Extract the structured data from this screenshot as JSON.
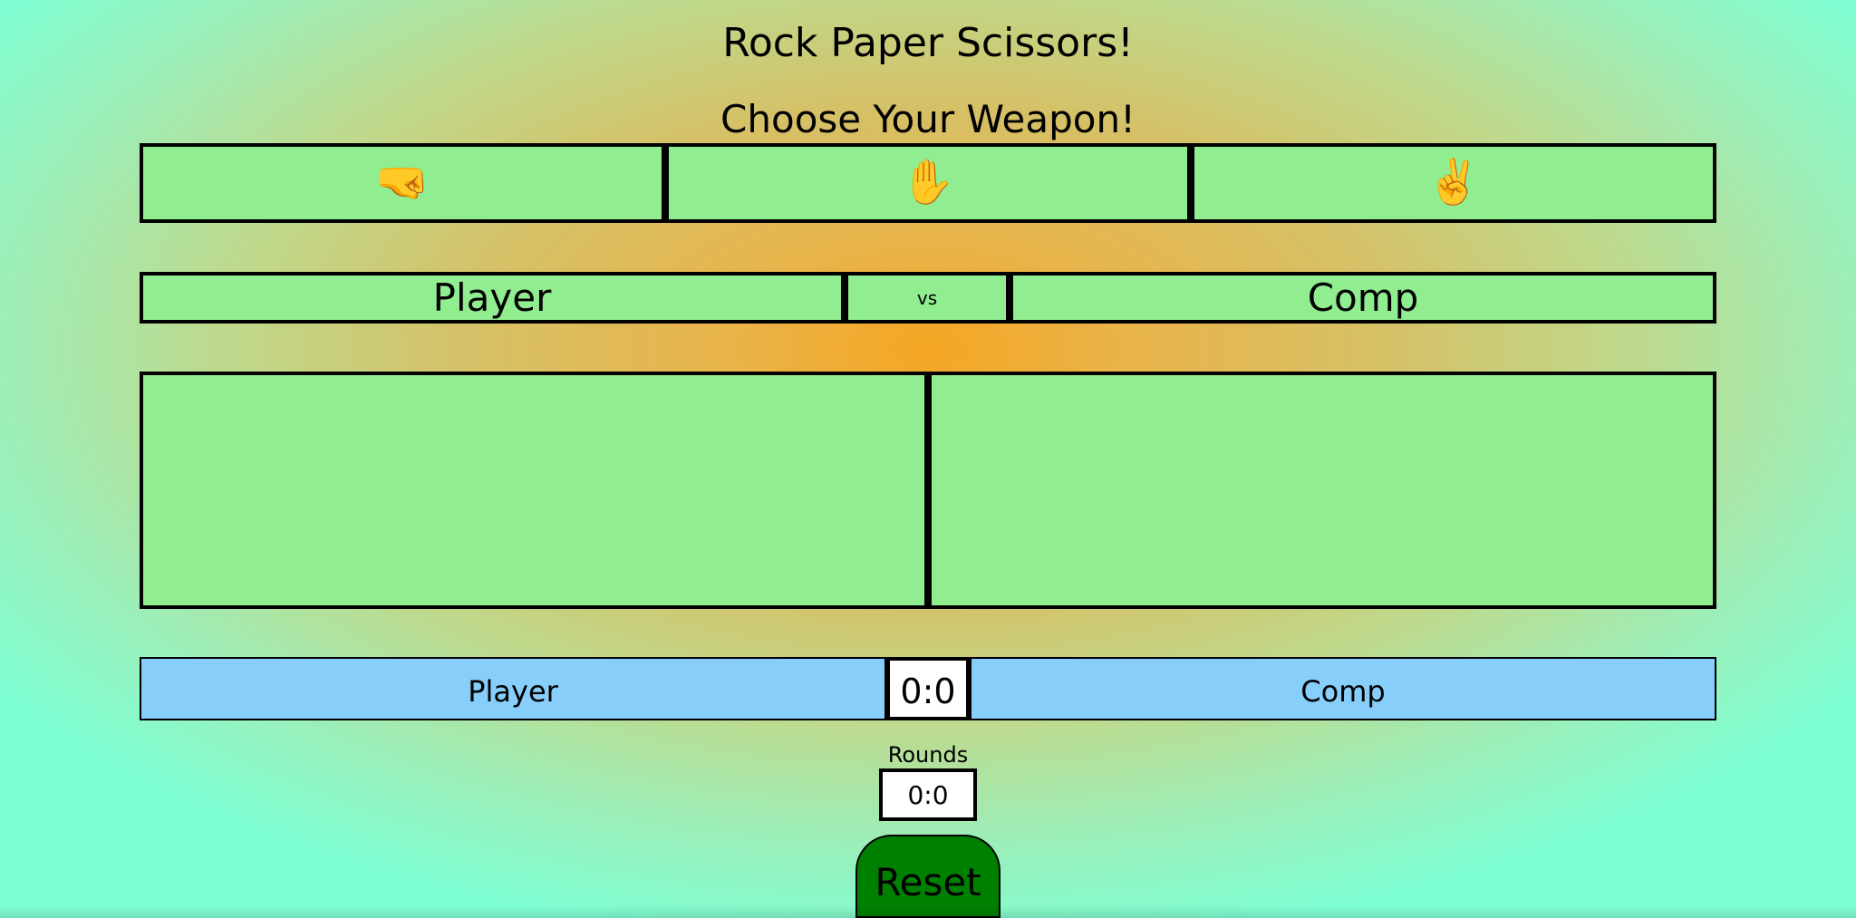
{
  "header": {
    "title": "Rock Paper Scissors!",
    "subtitle": "Choose Your Weapon!"
  },
  "weapons": [
    {
      "icon": "rock-fist-icon",
      "glyph": "🤜"
    },
    {
      "icon": "paper-hand-icon",
      "glyph": "✋"
    },
    {
      "icon": "scissors-hand-icon",
      "glyph": "✌️"
    }
  ],
  "versus": {
    "player_label": "Player",
    "vs_label": "vs",
    "comp_label": "Comp"
  },
  "score": {
    "player_label": "Player",
    "value": "0:0",
    "comp_label": "Comp"
  },
  "rounds": {
    "label": "Rounds",
    "value": "0:0"
  },
  "controls": {
    "reset_label": "Reset"
  },
  "colors": {
    "panel_green": "#90ee90",
    "score_blue": "#87cefa",
    "reset_green": "#008000",
    "background_outer": "#7fffd4",
    "background_center": "#f5a623"
  }
}
